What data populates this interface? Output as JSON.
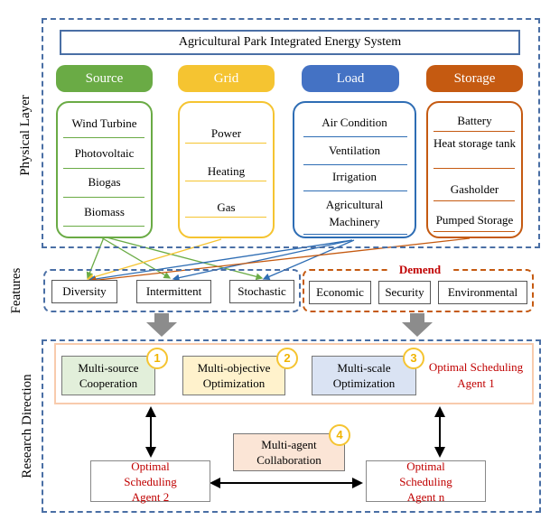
{
  "title": "Agricultural Park Integrated Energy System",
  "side_labels": {
    "physical": "Physical Layer",
    "features": "Features",
    "research": "Research Direction"
  },
  "categories": {
    "source": {
      "label": "Source",
      "color": "#6aab45",
      "items": [
        "Wind Turbine",
        "Photovoltaic",
        "Biogas",
        "Biomass"
      ]
    },
    "grid": {
      "label": "Grid",
      "color": "#f5c431",
      "items": [
        "Power",
        "Heating",
        "Gas"
      ]
    },
    "load": {
      "label": "Load",
      "color": "#4472c4",
      "items": [
        "Air Condition",
        "Ventilation",
        "Irrigation",
        "Agricultural Machinery"
      ]
    },
    "storage": {
      "label": "Storage",
      "color": "#c55a11",
      "items": [
        "Battery",
        "Heat storage tank",
        "Gasholder",
        "Pumped Storage"
      ]
    }
  },
  "features": {
    "left": [
      "Diversity",
      "Intermittent",
      "Stochastic"
    ],
    "demand_title": "Demend",
    "right": [
      "Economic",
      "Security",
      "Environmental"
    ]
  },
  "research": {
    "items": [
      {
        "num": "1",
        "label": "Multi-source Cooperation",
        "bg": "#e2efda"
      },
      {
        "num": "2",
        "label": "Multi-objective Optimization",
        "bg": "#fff2cc"
      },
      {
        "num": "3",
        "label": "Multi-scale Optimization",
        "bg": "#dae3f3"
      },
      {
        "num": "4",
        "label": "Multi-agent Collaboration",
        "bg": "#fbe5d6"
      }
    ],
    "agent1": "Optimal Scheduling Agent 1",
    "agent2": "Optimal Scheduling Agent 2",
    "agentn": "Optimal Scheduling Agent n"
  }
}
